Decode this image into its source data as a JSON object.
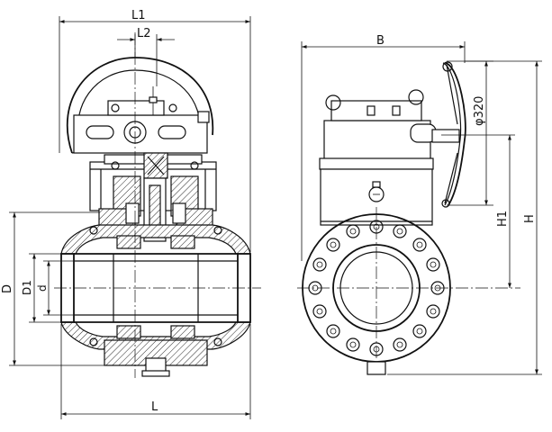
{
  "drawing": {
    "labels": {
      "L1": "L1",
      "L2": "L2",
      "L": "L",
      "D": "D",
      "D1": "D1",
      "d": "d",
      "B": "B",
      "H": "H",
      "H1": "H1",
      "handwheel_dia": "φ320"
    }
  }
}
